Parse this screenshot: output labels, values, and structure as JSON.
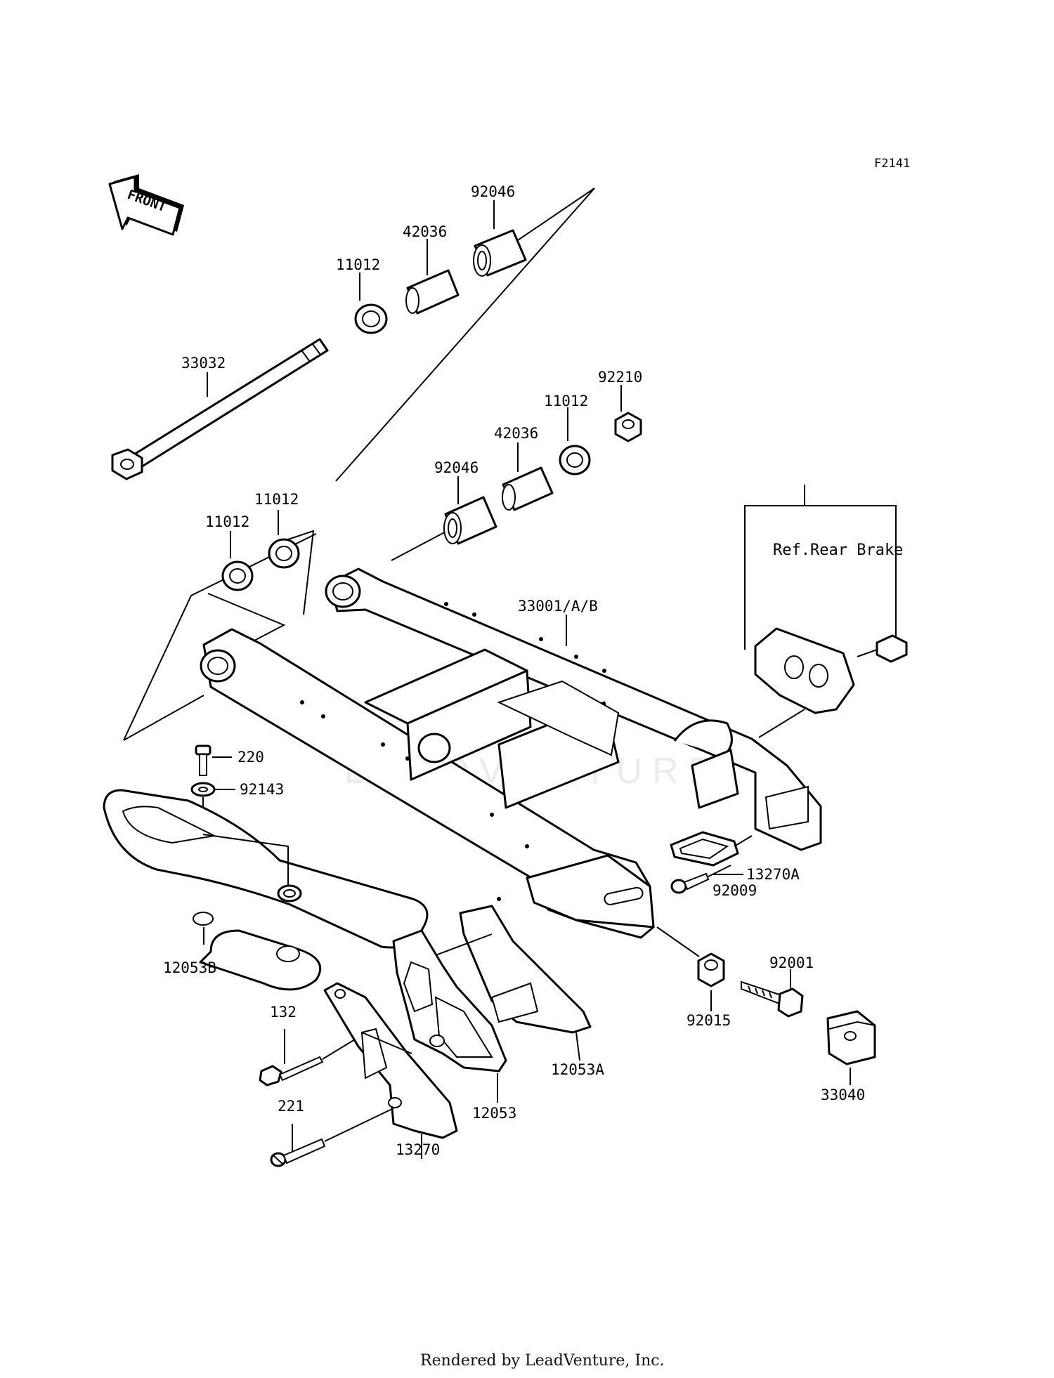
{
  "figure_code": "F2141",
  "front_label": "FRONT",
  "reference_note": "Ref.Rear Brake",
  "watermark": "LEADVENTURE",
  "footer": "Rendered by LeadVenture, Inc.",
  "callouts": {
    "p92046_top": "92046",
    "p42036_top": "42036",
    "p11012_top": "11012",
    "p33032": "33032",
    "p92210": "92210",
    "p11012_right": "11012",
    "p42036_mid": "42036",
    "p92046_mid": "92046",
    "p11012_mid": "11012",
    "p11012_left": "11012",
    "p33001": "33001/A/B",
    "p220": "220",
    "p92143": "92143",
    "p13270A": "13270A",
    "p92009": "92009",
    "p12053B": "12053B",
    "p92001": "92001",
    "p92015": "92015",
    "p132": "132",
    "p12053A": "12053A",
    "p33040": "33040",
    "p12053": "12053",
    "p221": "221",
    "p13270": "13270"
  }
}
